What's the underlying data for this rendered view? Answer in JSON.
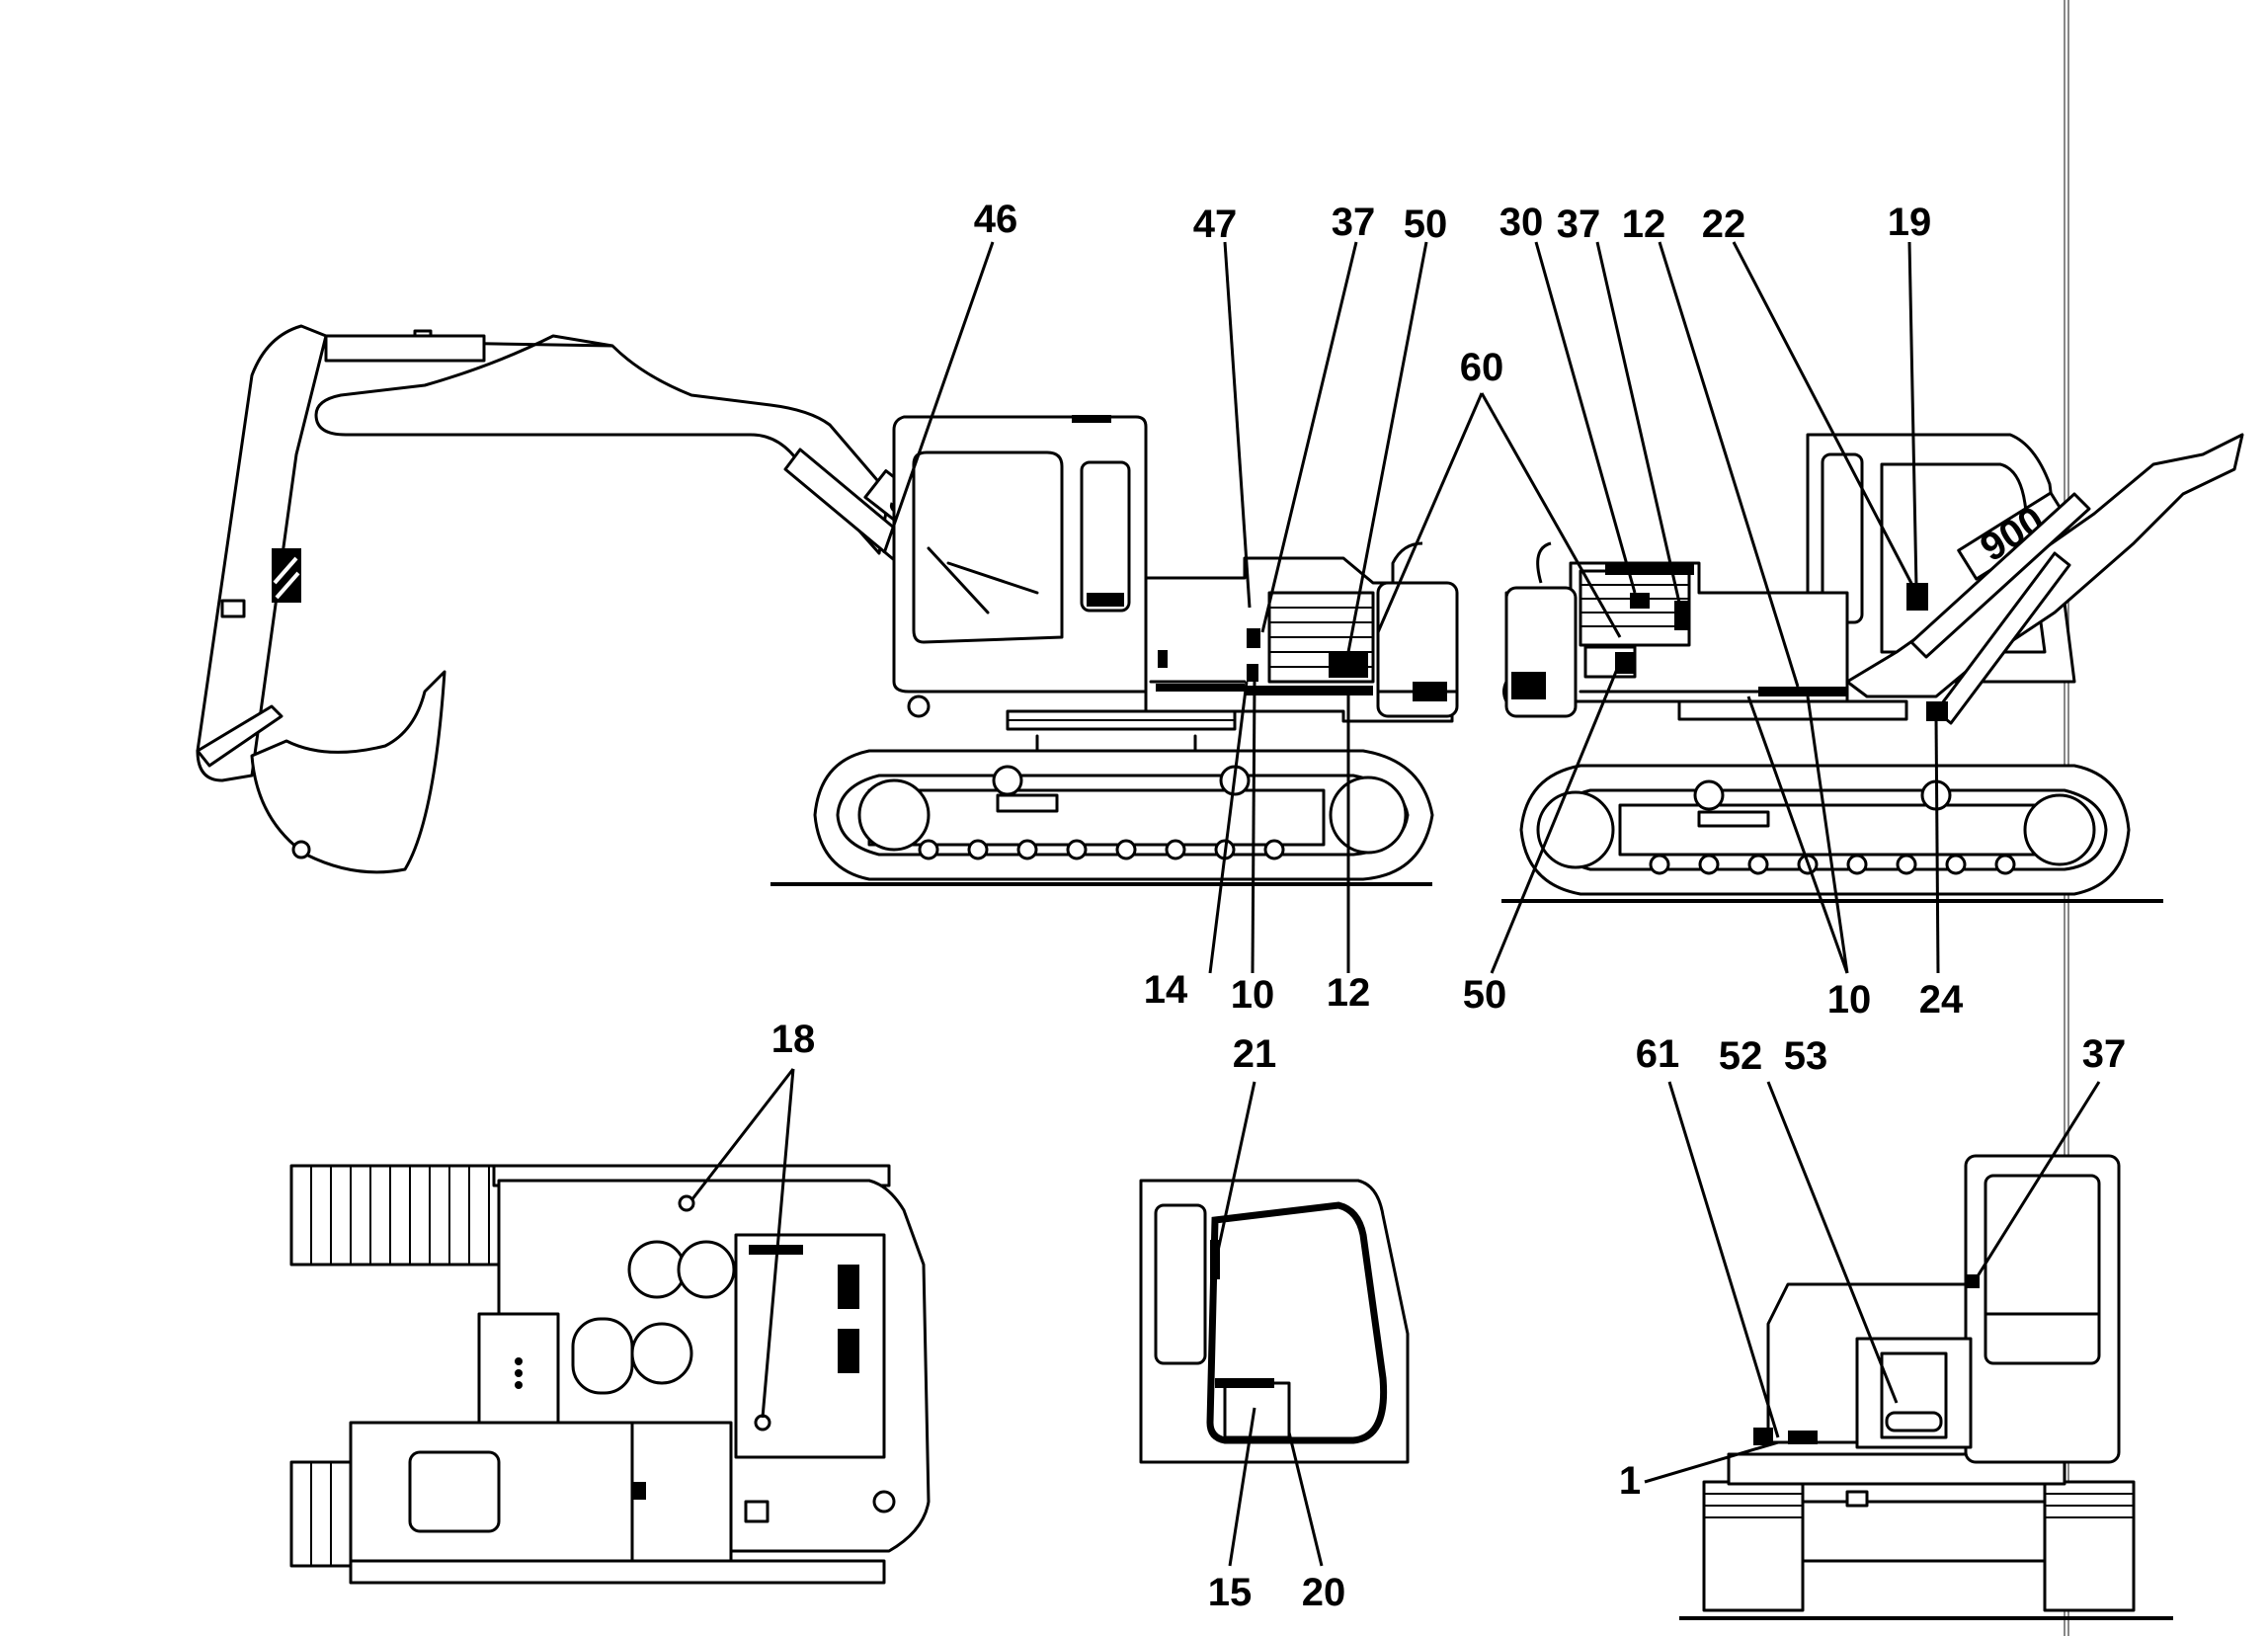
{
  "callouts": {
    "side_a": [
      "46",
      "47",
      "37",
      "50",
      "60",
      "14",
      "10",
      "12"
    ],
    "side_b": [
      "30",
      "37",
      "12",
      "22",
      "19",
      "50",
      "10",
      "24"
    ],
    "top_view": [
      "18"
    ],
    "cab_door": [
      "21",
      "15",
      "20"
    ],
    "rear_view": [
      "61",
      "52",
      "53",
      "37",
      "1"
    ]
  },
  "decals": {
    "boom_model": "900"
  }
}
